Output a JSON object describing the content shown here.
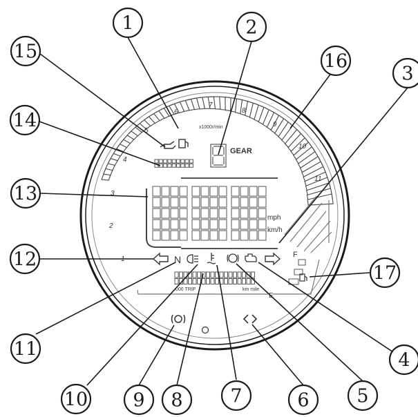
{
  "callouts": [
    "1",
    "2",
    "3",
    "4",
    "5",
    "6",
    "7",
    "8",
    "9",
    "10",
    "11",
    "12",
    "13",
    "14",
    "15",
    "16",
    "17"
  ],
  "tach_numbers": [
    "1",
    "2",
    "3",
    "4",
    "5",
    "6",
    "7",
    "8",
    "9",
    "10",
    "11"
  ],
  "labels": {
    "rpm_unit": "x1000r/min",
    "gear": "GEAR",
    "mph": "mph",
    "kmh": "km/h",
    "neutral": "N",
    "fuel_full": "F",
    "fuel_empty": "E",
    "trip": "000 TRIP",
    "odo_units": "km mile"
  },
  "colors": {
    "line": "#1a1a1a",
    "face": "#ffffff",
    "segment": "#555555"
  }
}
